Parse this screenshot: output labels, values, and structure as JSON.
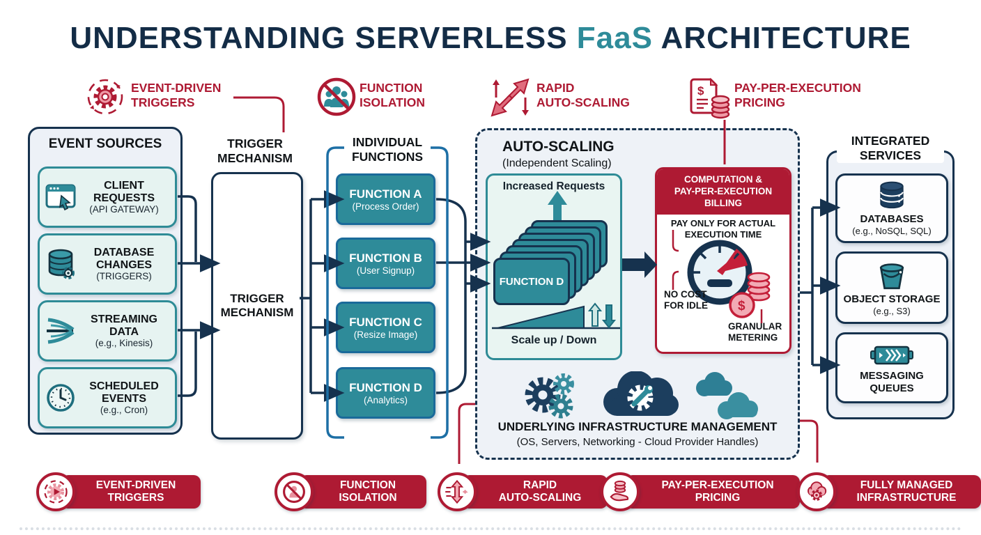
{
  "colors": {
    "navy": "#16324e",
    "teal": "#2e8b99",
    "crimson": "#ae1a33",
    "panel_bg": "#edf1f7",
    "card_bg": "#e6f3f1"
  },
  "title": {
    "part1": "UNDERSTANDING SERVERLESS ",
    "accent": "FaaS",
    "part2": " ARCHITECTURE"
  },
  "top_features": [
    {
      "icon": "event-trigger-cycle-icon",
      "label": "EVENT-DRIVEN\nTRIGGERS"
    },
    {
      "icon": "function-isolation-icon",
      "label": "FUNCTION\nISOLATION"
    },
    {
      "icon": "scaling-arrows-icon",
      "label": "RAPID\nAUTO-SCALING"
    },
    {
      "icon": "invoice-coins-icon",
      "label": "PAY-PER-EXECUTION\nPRICING"
    }
  ],
  "event_sources": {
    "title": "EVENT SOURCES",
    "items": [
      {
        "icon": "browser-cursor-icon",
        "title": "CLIENT\nREQUESTS",
        "subtitle": "(API GATEWAY)"
      },
      {
        "icon": "database-gear-icon",
        "title": "DATABASE\nCHANGES",
        "subtitle": "(TRIGGERS)"
      },
      {
        "icon": "stream-icon",
        "title": "STREAMING\nDATA",
        "subtitle": "(e.g., Kinesis)"
      },
      {
        "icon": "clock-icon",
        "title": "SCHEDULED\nEVENTS",
        "subtitle": "(e.g., Cron)"
      }
    ]
  },
  "trigger": {
    "heading": "TRIGGER\nMECHANISM",
    "box_label": "TRIGGER\nMECHANISM"
  },
  "functions": {
    "heading": "INDIVIDUAL\nFUNCTIONS",
    "items": [
      {
        "name": "FUNCTION A",
        "desc": "(Process Order)"
      },
      {
        "name": "FUNCTION B",
        "desc": "(User Signup)"
      },
      {
        "name": "FUNCTION C",
        "desc": "(Resize Image)"
      },
      {
        "name": "FUNCTION D",
        "desc": "(Analytics)"
      }
    ]
  },
  "autoscaling": {
    "title": "AUTO-SCALING",
    "subtitle": "(Independent Scaling)",
    "increased": "Increased Requests",
    "stack_front": "FUNCTION D",
    "scale": "Scale up / Down"
  },
  "billing": {
    "header": "COMPUTATION &\nPAY-PER-EXECUTION\nBILLING",
    "pay_only": "PAY ONLY FOR ACTUAL\nEXECUTION TIME",
    "no_cost": "NO COST\nFOR IDLE",
    "metering": "GRANULAR\nMETERING",
    "dollar": "$"
  },
  "infrastructure": {
    "title": "UNDERLYING INFRASTRUCTURE MANAGEMENT",
    "subtitle": "(OS, Servers, Networking - Cloud Provider Handles)"
  },
  "services": {
    "heading": "INTEGRATED\nSERVICES",
    "items": [
      {
        "icon": "database-icon",
        "title": "DATABASES",
        "subtitle": "(e.g., NoSQL, SQL)"
      },
      {
        "icon": "bucket-icon",
        "title": "OBJECT STORAGE",
        "subtitle": "(e.g., S3)"
      },
      {
        "icon": "queue-icon",
        "title": "MESSAGING\nQUEUES",
        "subtitle": ""
      }
    ]
  },
  "badges": [
    {
      "icon": "gear-play-icon",
      "label": "EVENT-DRIVEN\nTRIGGERS"
    },
    {
      "icon": "person-no-icon",
      "label": "FUNCTION\nISOLATION"
    },
    {
      "icon": "updown-arrow-icon",
      "label": "RAPID\nAUTO-SCALING"
    },
    {
      "icon": "hand-coins-icon",
      "label": "PAY-PER-EXECUTION\nPRICING"
    },
    {
      "icon": "cloud-gear-icon",
      "label": "FULLY MANAGED\nINFRASTRUCTURE"
    }
  ]
}
